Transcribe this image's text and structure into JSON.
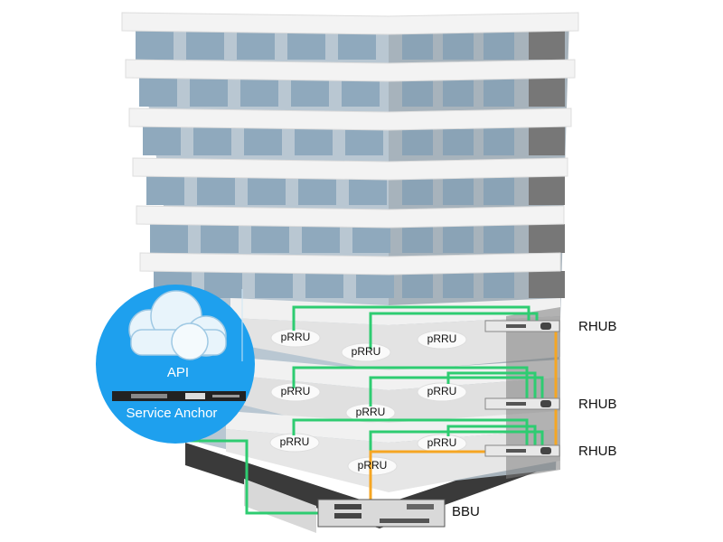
{
  "labels": {
    "prru": "pRRU",
    "rhub": "RHUB",
    "bbu": "BBU",
    "api": "API",
    "service_anchor": "Service Anchor"
  },
  "colors": {
    "fiber_green": "#2ecc71",
    "power_orange": "#f5a623",
    "circle_blue": "#1ea0ee",
    "window": "#8fa9bd",
    "slab": "#f2f2f2",
    "shadow": "#9a9a9a"
  }
}
